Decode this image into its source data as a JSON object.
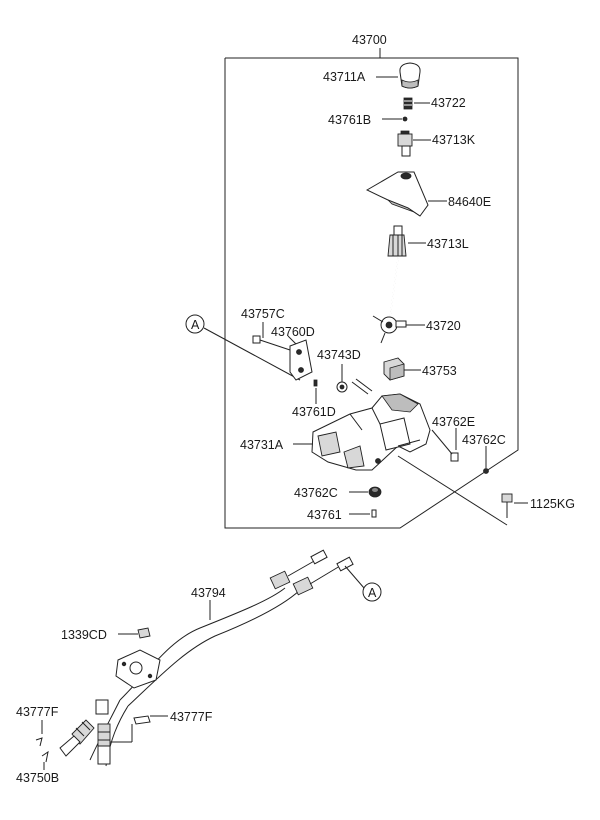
{
  "assembly_label": "43700",
  "parts": {
    "p43711A": "43711A",
    "p43722": "43722",
    "p43761B": "43761B",
    "p43713K": "43713K",
    "p84640E": "84640E",
    "p43713L": "43713L",
    "p43757C": "43757C",
    "p43760D": "43760D",
    "p43720": "43720",
    "p43743D": "43743D",
    "p43753": "43753",
    "p43761D": "43761D",
    "p43762E": "43762E",
    "p43731A": "43731A",
    "p43762C_right": "43762C",
    "p43762C_left": "43762C",
    "p1125KG": "1125KG",
    "p43761": "43761",
    "p43794": "43794",
    "p1339CD": "1339CD",
    "p43777F_left": "43777F",
    "p43777F_right": "43777F",
    "p43750B": "43750B"
  },
  "reference_marker": "A"
}
